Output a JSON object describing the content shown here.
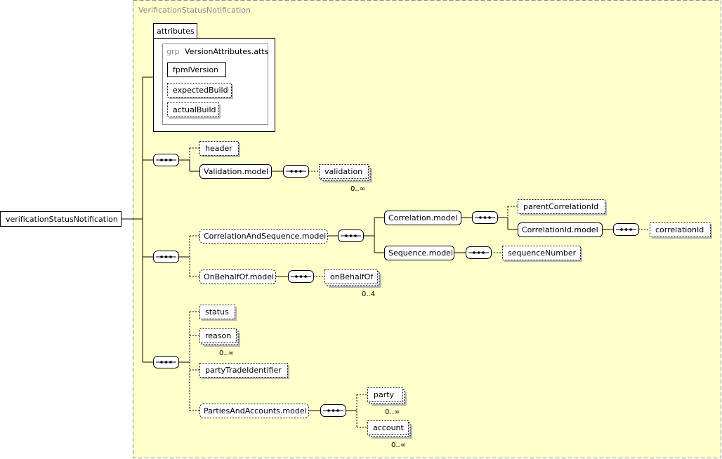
{
  "diagram": {
    "title": "VerificationStatusNotification",
    "root": "verificationStatusNotification",
    "attributes": {
      "label": "attributes",
      "group_prefix": "grp",
      "group_name": "VersionAttributes.atts",
      "items": [
        "fpmlVersion",
        "expectedBuild",
        "actualBuild"
      ]
    },
    "elements": {
      "header": "header",
      "validation_model": "Validation.model",
      "validation": "validation",
      "correlation_and_sequence_model": "CorrelationAndSequence.model",
      "correlation_model": "Correlation.model",
      "parent_correlation_id": "parentCorrelationId",
      "correlation_id_model": "CorrelationId.model",
      "correlation_id": "correlationId",
      "sequence_model": "Sequence.model",
      "sequence_number": "sequenceNumber",
      "on_behalf_of_model": "OnBehalfOf.model",
      "on_behalf_of": "onBehalfOf",
      "status": "status",
      "reason": "reason",
      "party_trade_identifier": "partyTradeIdentifier",
      "parties_and_accounts_model": "PartiesAndAccounts.model",
      "party": "party",
      "account": "account"
    },
    "occurrences": {
      "validation": "0..∞",
      "on_behalf_of": "0..4",
      "reason": "0..∞",
      "party": "0..∞",
      "account": "0..∞"
    },
    "colors": {
      "canvas_background": "#ffffcc",
      "canvas_border": "#8c8c8c",
      "node_fill": "#ffffff",
      "stroke": "#000000",
      "shadow": "#b8b8b8"
    }
  }
}
